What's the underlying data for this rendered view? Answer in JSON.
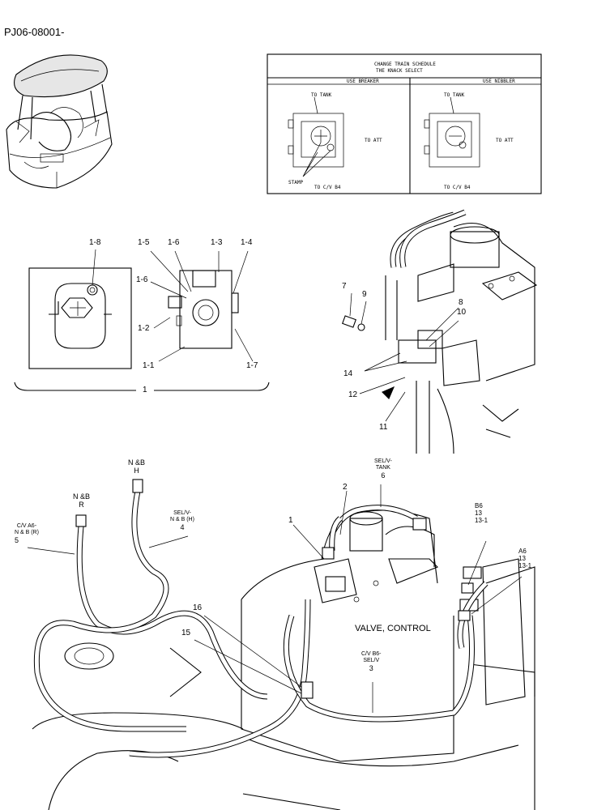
{
  "header": {
    "code": "PJ06-08001-"
  },
  "schedule_table": {
    "title_line1": "CHANGE TRAIN SCHEDULE",
    "title_line2": "THE KNACK SELECT",
    "col_left": "USE BREAKER",
    "col_right": "USE NIBBLER",
    "left_to_tank": "TO TANK",
    "left_to_att": "TO ATT",
    "left_stamp": "STAMP",
    "left_to_cv": "TO C/V B4",
    "right_to_tank": "TO TANK",
    "right_to_att": "TO ATT",
    "right_to_cv": "TO C/V B4"
  },
  "detail_view": {
    "labels": [
      "1-8",
      "1-5",
      "1-6",
      "1-3",
      "1-4",
      "1-6",
      "1-2",
      "1-1",
      "1-7"
    ],
    "group_label": "1"
  },
  "valve_view": {
    "labels": [
      "7",
      "9",
      "8",
      "10",
      "14",
      "12",
      "11"
    ]
  },
  "hose_view": {
    "nb_h_line1": "N &B",
    "nb_h_line2": "H",
    "nb_r_line1": "N &B",
    "nb_r_line2": "R",
    "cv_a6_line1": "C/V A6-",
    "cv_a6_line2": "N & B (R)",
    "cv_a6_num": "5",
    "selv_h_line1": "SEL/V-",
    "selv_h_line2": "N & B (H)",
    "selv_h_num": "4",
    "selv_tank_line1": "SEL/V-",
    "selv_tank_line2": "TANK",
    "selv_tank_num": "6",
    "num_2": "2",
    "num_1": "1",
    "b6": "B6",
    "b6_13": "13",
    "b6_13_1": "13-1",
    "a6": "A6",
    "a6_13": "13",
    "a6_13_1": "13-1",
    "valve_control": "VALVE, CONTROL",
    "cv_b6_line1": "C/V B6-",
    "cv_b6_line2": "SEL/V",
    "cv_b6_num": "3",
    "num_16": "16",
    "num_15": "15"
  }
}
